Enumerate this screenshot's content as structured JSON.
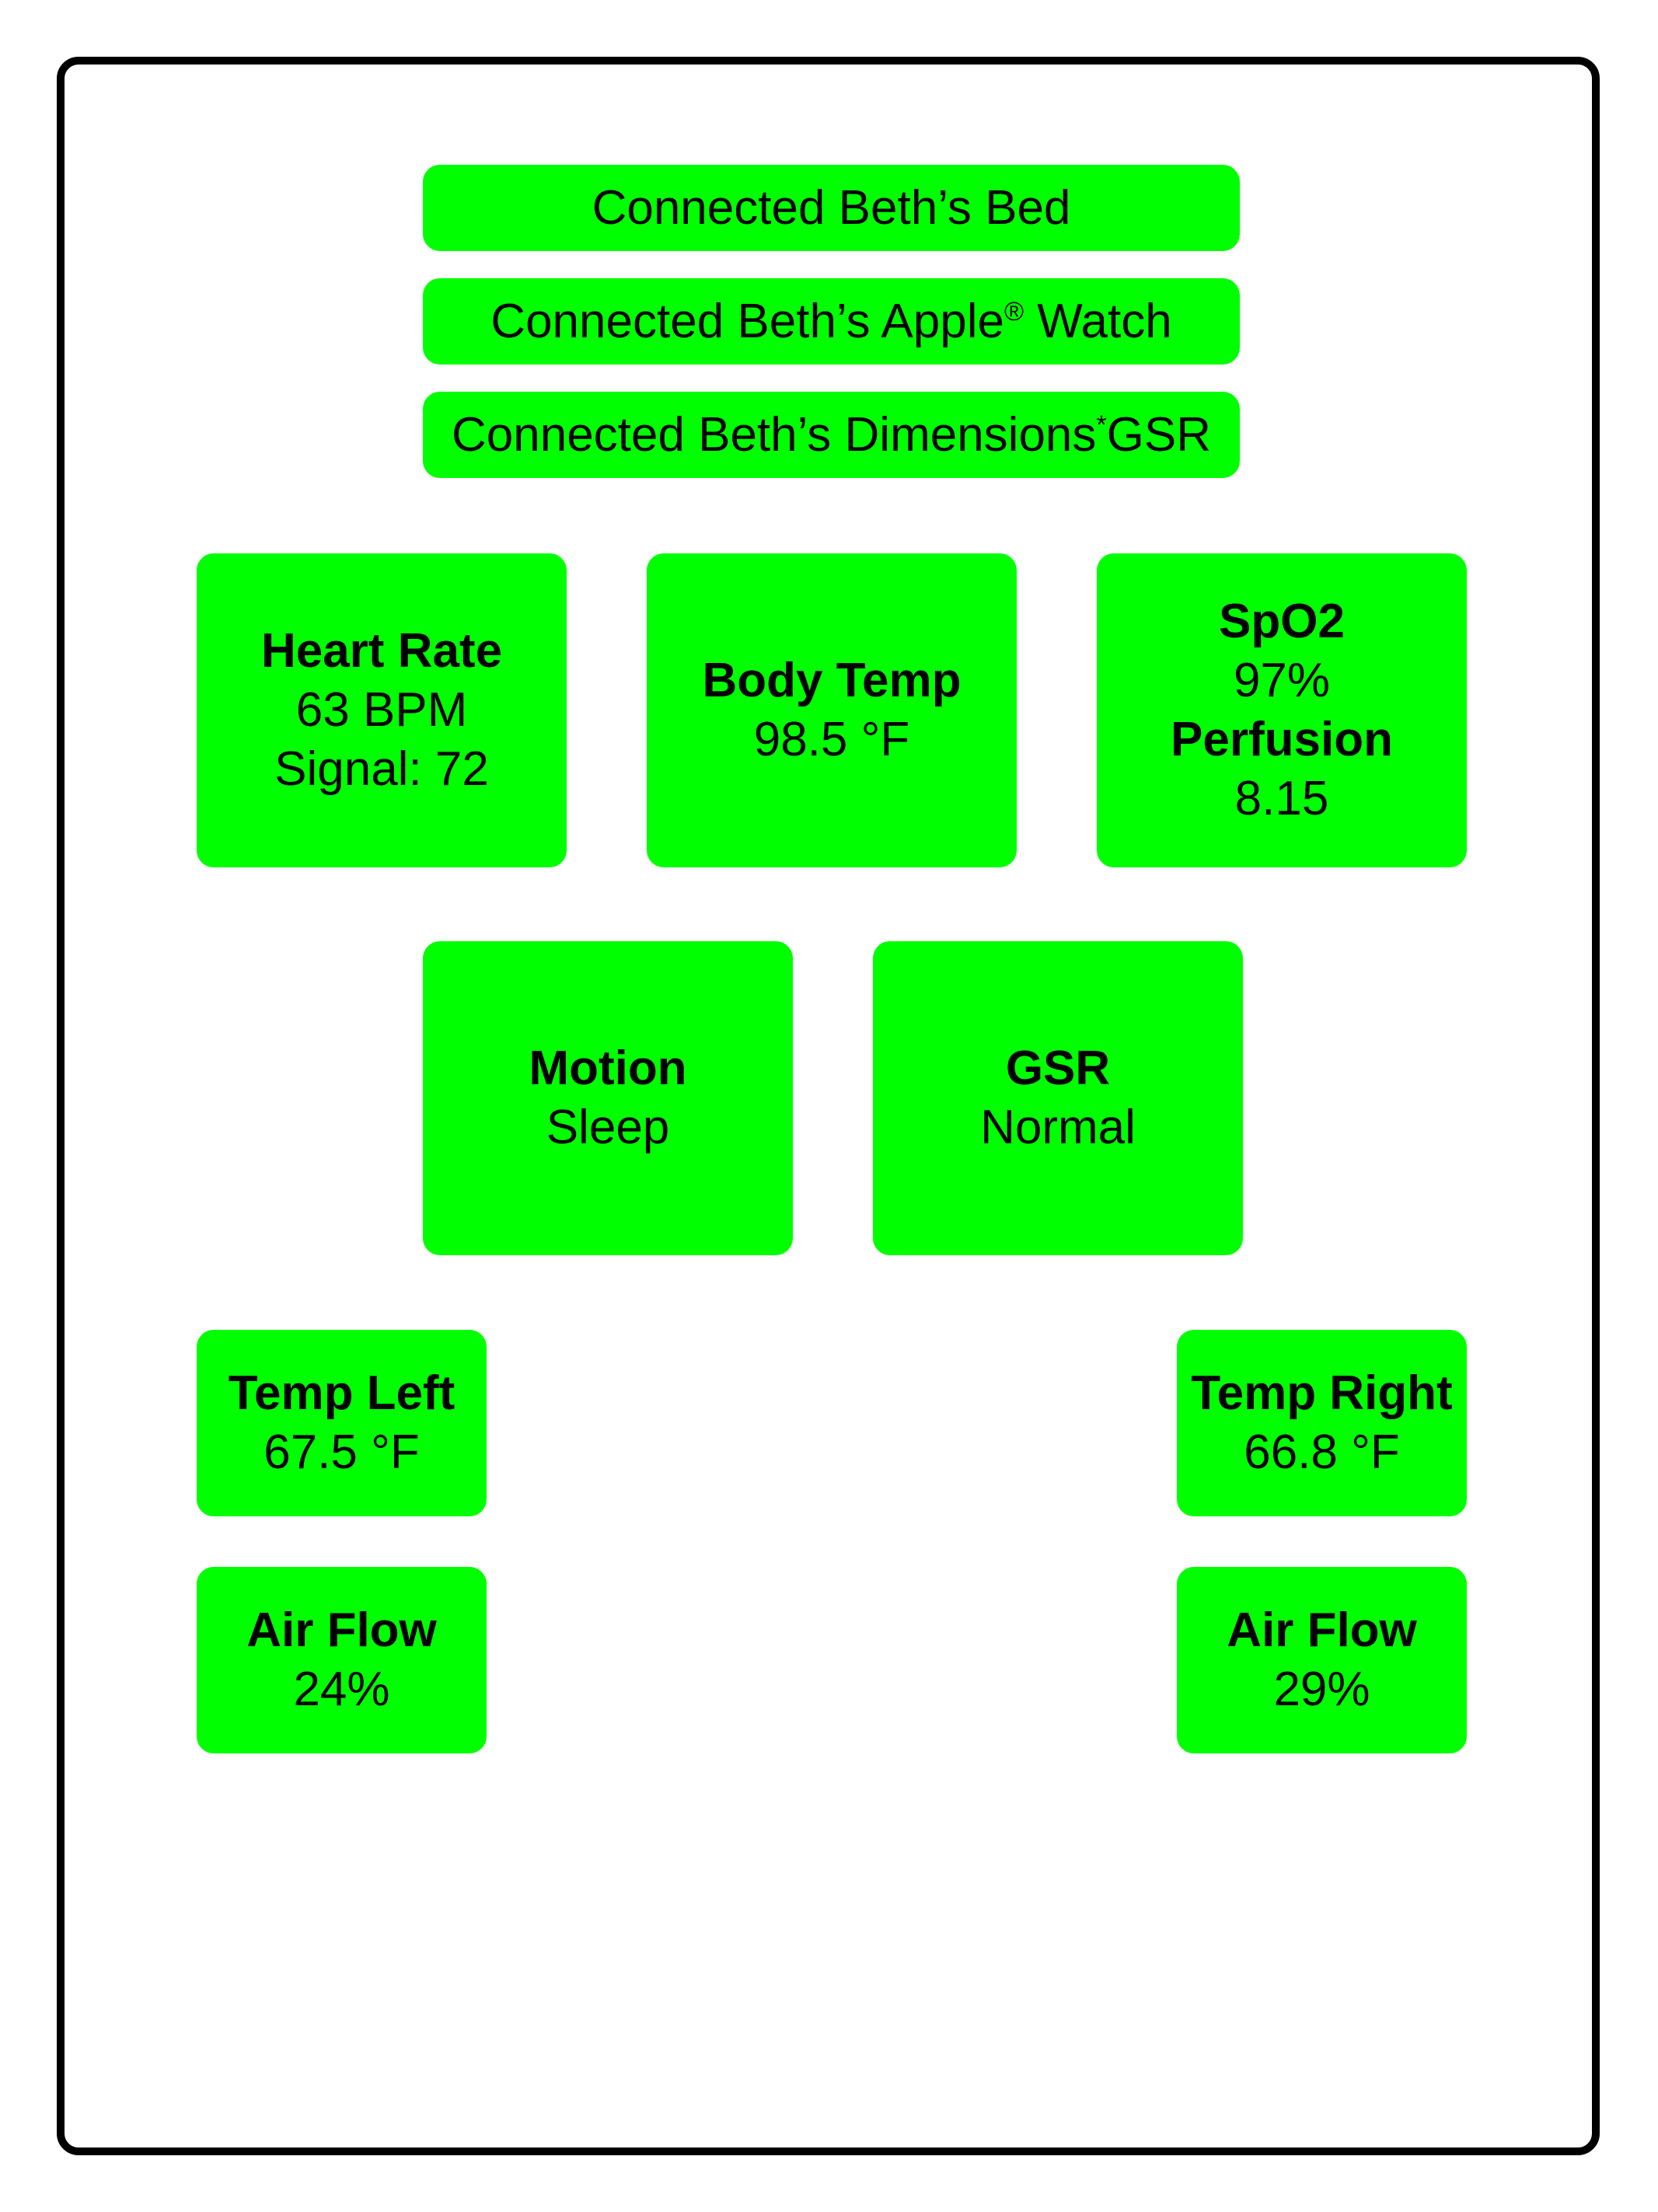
{
  "connections": {
    "bed": {
      "prefix": "Connected Beth’s Bed"
    },
    "watch": {
      "prefix": "Connected Beth’s Apple",
      "mark": "®",
      "suffix": " Watch"
    },
    "gsr": {
      "prefix": "Connected Beth’s Dimensions",
      "mark": "*",
      "suffix": "GSR"
    }
  },
  "tiles": {
    "heart_rate": {
      "label": "Heart Rate",
      "value": "63 BPM",
      "signal": "Signal: 72"
    },
    "body_temp": {
      "label": "Body Temp",
      "value": "98.5 °F"
    },
    "spo2": {
      "label": "SpO2",
      "value": "97%",
      "perfusion_label": "Perfusion",
      "perfusion_value": "8.15"
    },
    "motion": {
      "label": "Motion",
      "value": "Sleep"
    },
    "gsr": {
      "label": "GSR",
      "value": "Normal"
    },
    "temp_left": {
      "label": "Temp Left",
      "value": "67.5 °F"
    },
    "temp_right": {
      "label": "Temp Right",
      "value": "66.8 °F"
    },
    "air_flow_left": {
      "label": "Air Flow",
      "value": "24%"
    },
    "air_flow_right": {
      "label": "Air Flow",
      "value": "29%"
    }
  },
  "colors": {
    "tile": "#00ff00",
    "frame": "#000000",
    "background": "#ffffff"
  }
}
